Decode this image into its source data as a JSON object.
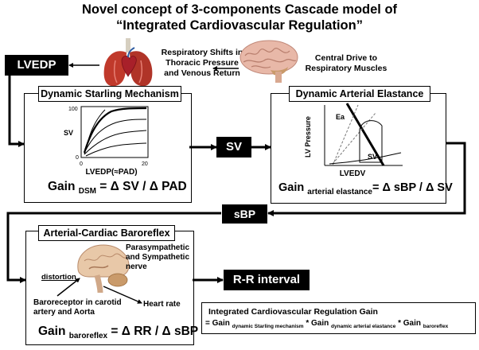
{
  "title": {
    "line1": "Novel concept of 3-components Cascade model of",
    "line2": "“Integrated Cardiovascular Regulation”"
  },
  "top": {
    "respiratory_line1": "Respiratory Shifts in",
    "respiratory_line2": "Thoracic Pressure",
    "respiratory_line3": "and Venous Return",
    "central_line1": "Central Drive to",
    "central_line2": "Respiratory Muscles"
  },
  "nodes": {
    "lvedp": "LVEDP",
    "sv": "SV",
    "sbp": "sBP",
    "rr": "R-R interval"
  },
  "dsm": {
    "title": "Dynamic Starling Mechanism",
    "ylabel": "SV",
    "xlabel": "LVEDP(≈PAD)",
    "tick_y": "100",
    "tick_y0": "0",
    "tick_x0": "0",
    "tick_x1": "20",
    "gain_main": "Gain ",
    "gain_sub": "DSM",
    "gain_rest": " = Δ SV / Δ PAD"
  },
  "dae": {
    "title": "Dynamic Arterial Elastance",
    "ylabel": "LV Pressure",
    "xlabel": "LVEDV",
    "ea": "Ea",
    "sv": "SV",
    "gain_main": "Gain ",
    "gain_sub": "arterial elastance",
    "gain_rest": "= Δ sBP / Δ SV"
  },
  "baro": {
    "title": "Arterial-Cardiac Baroreflex",
    "para_line1": "Parasympathetic",
    "para_line2": "and Sympathetic",
    "para_line3": "nerve",
    "distortion": "distortion",
    "receptor_line1": "Baroreceptor in carotid",
    "receptor_line2": "artery and Aorta",
    "heart_rate": "Heart rate",
    "gain_main": "Gain ",
    "gain_sub": "baroreflex",
    "gain_rest": " = Δ RR / Δ sBP"
  },
  "integrated": {
    "line1": "Integrated Cardiovascular Regulation Gain",
    "eq_prefix": "= Gain ",
    "sub1": "dynamic Starling mechanism",
    "mid1": " * Gain ",
    "sub2": "dynamic arterial elastance",
    "mid2": " * Gain ",
    "sub3": "baroreflex"
  },
  "colors": {
    "black": "#000000",
    "lung_red": "#c0392b",
    "brain_pink": "#e8b8a8",
    "cerebellum": "#c99a6a"
  },
  "icons": {
    "lungs_heart": "lungs-heart-icon",
    "brain_top": "brain-icon",
    "brain_sagittal": "brain-sagittal-icon"
  }
}
